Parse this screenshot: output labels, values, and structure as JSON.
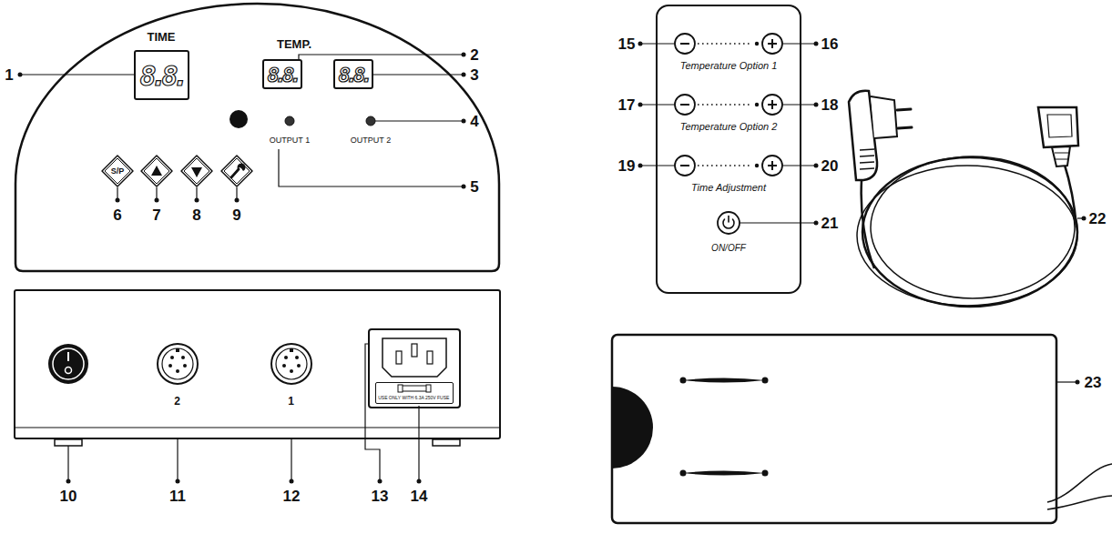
{
  "diagram": {
    "nodes": [
      {
        "text": [
          "TIME",
          "TEMP.",
          "OUTPUT 1",
          "OUTPUT 2"
        ]
      },
      {
        "text": [
          "8.8."
        ],
        "in": 0
      },
      {
        "text": [
          "8.8."
        ],
        "in": 0
      },
      {
        "text": [
          "8.8."
        ],
        "in": 0
      },
      {
        "text": [
          "S/P"
        ],
        "in": 0
      },
      {
        "text": [
          "Temperature Option 1",
          "Temperature Option 2",
          "Time Adjustment",
          "ON/OFF"
        ]
      },
      {
        "text": [
          "2",
          "1"
        ]
      },
      {
        "text": [
          "USE ONLY WITH 6.3A 250V FUSE"
        ],
        "in": 6
      }
    ],
    "labels": [
      "1",
      "2",
      "3",
      "4",
      "5",
      "6",
      "7",
      "8",
      "9",
      "10",
      "11",
      "12",
      "13",
      "14",
      "15",
      "16",
      "17",
      "18",
      "19",
      "20",
      "21",
      "22",
      "23"
    ]
  }
}
